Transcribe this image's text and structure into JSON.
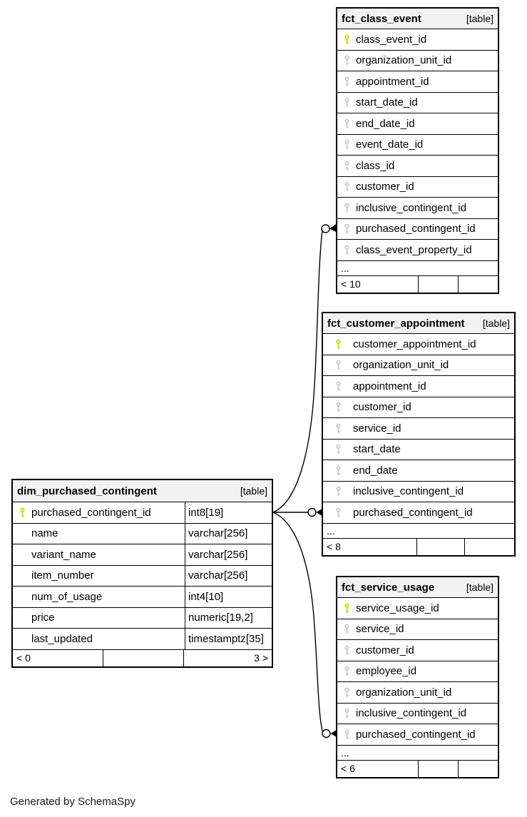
{
  "diagram": {
    "footer_note": "Generated by SchemaSpy",
    "colors": {
      "pk_key": "#d6d600",
      "fk_key": "#cccccc",
      "header_bg": "#f2f2f2",
      "border": "#000000",
      "line": "#000000"
    },
    "tables": [
      {
        "id": "fct_class_event",
        "title": "fct_class_event",
        "type_label": "[table]",
        "columns": [
          {
            "name": "class_event_id",
            "key": "pk"
          },
          {
            "name": "organization_unit_id",
            "key": "fk"
          },
          {
            "name": "appointment_id",
            "key": "fk"
          },
          {
            "name": "start_date_id",
            "key": "fk"
          },
          {
            "name": "end_date_id",
            "key": "fk"
          },
          {
            "name": "event_date_id",
            "key": "fk"
          },
          {
            "name": "class_id",
            "key": "fk"
          },
          {
            "name": "customer_id",
            "key": "fk"
          },
          {
            "name": "inclusive_contingent_id",
            "key": "fk"
          },
          {
            "name": "purchased_contingent_id",
            "key": "fk"
          },
          {
            "name": "class_event_property_id",
            "key": "fk"
          }
        ],
        "ellipsis": "...",
        "footer": [
          "< 10",
          "",
          ""
        ]
      },
      {
        "id": "fct_customer_appointment",
        "title": "fct_customer_appointment",
        "type_label": "[table]",
        "columns": [
          {
            "name": "customer_appointment_id",
            "key": "pk"
          },
          {
            "name": "organization_unit_id",
            "key": "fk"
          },
          {
            "name": "appointment_id",
            "key": "fk"
          },
          {
            "name": "customer_id",
            "key": "fk"
          },
          {
            "name": "service_id",
            "key": "fk"
          },
          {
            "name": "start_date",
            "key": "fk"
          },
          {
            "name": "end_date",
            "key": "fk"
          },
          {
            "name": "inclusive_contingent_id",
            "key": "fk"
          },
          {
            "name": "purchased_contingent_id",
            "key": "fk"
          }
        ],
        "ellipsis": "...",
        "footer": [
          "< 8",
          "",
          ""
        ]
      },
      {
        "id": "fct_service_usage",
        "title": "fct_service_usage",
        "type_label": "[table]",
        "columns": [
          {
            "name": "service_usage_id",
            "key": "pk"
          },
          {
            "name": "service_id",
            "key": "fk"
          },
          {
            "name": "customer_id",
            "key": "fk"
          },
          {
            "name": "employee_id",
            "key": "fk"
          },
          {
            "name": "organization_unit_id",
            "key": "fk"
          },
          {
            "name": "inclusive_contingent_id",
            "key": "fk"
          },
          {
            "name": "purchased_contingent_id",
            "key": "fk"
          }
        ],
        "ellipsis": "...",
        "footer": [
          "< 6",
          "",
          ""
        ]
      },
      {
        "id": "dim_purchased_contingent",
        "title": "dim_purchased_contingent",
        "type_label": "[table]",
        "columns": [
          {
            "name": "purchased_contingent_id",
            "key": "pk",
            "type": "int8[19]"
          },
          {
            "name": "name",
            "type": "varchar[256]"
          },
          {
            "name": "variant_name",
            "type": "varchar[256]"
          },
          {
            "name": "item_number",
            "type": "varchar[256]"
          },
          {
            "name": "num_of_usage",
            "type": "int4[10]"
          },
          {
            "name": "price",
            "type": "numeric[19,2]"
          },
          {
            "name": "last_updated",
            "type": "timestamptz[35]"
          }
        ],
        "footer": [
          "< 0",
          "",
          "3 >"
        ]
      }
    ]
  }
}
